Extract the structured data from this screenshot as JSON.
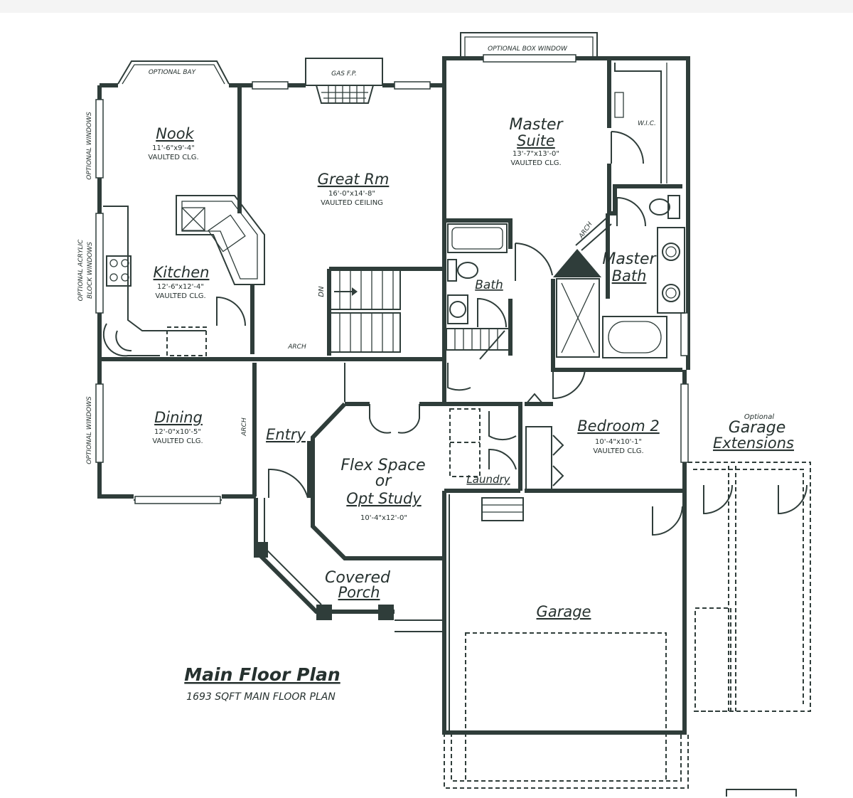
{
  "title": "Main Floor Plan",
  "subtitle": "1693 SQFT MAIN FLOOR PLAN",
  "rooms": {
    "nook": {
      "name": "Nook",
      "dims": "11'-6\"x9'-4\"",
      "note": "VAULTED CLG."
    },
    "great_rm": {
      "name": "Great Rm",
      "dims": "16'-0\"x14'-8\"",
      "note": "VAULTED CEILING"
    },
    "master_suite": {
      "name1": "Master",
      "name2": "Suite",
      "dims": "13'-7\"x13'-0\"",
      "note": "VAULTED CLG."
    },
    "kitchen": {
      "name": "Kitchen",
      "dims": "12'-6\"x12'-4\"",
      "note": "VAULTED CLG."
    },
    "master_bath": {
      "name1": "Master",
      "name2": "Bath"
    },
    "bath": {
      "name": "Bath"
    },
    "dining": {
      "name": "Dining",
      "dims": "12'-0\"x10'-5\"",
      "note": "VAULTED CLG."
    },
    "entry": {
      "name": "Entry"
    },
    "flex": {
      "line1": "Flex Space",
      "line2": "or",
      "line3": "Opt Study",
      "dims": "10'-4\"x12'-0\""
    },
    "bedroom2": {
      "name": "Bedroom 2",
      "dims": "10'-4\"x10'-1\"",
      "note": "VAULTED CLG."
    },
    "laundry": {
      "name": "Laundry"
    },
    "porch": {
      "name1": "Covered",
      "name2": "Porch"
    },
    "garage": {
      "name": "Garage"
    },
    "garage_ext": {
      "line1": "Optional",
      "line2": "Garage",
      "line3": "Extensions"
    }
  },
  "labels": {
    "optional_bay": "OPTIONAL BAY",
    "gas_fp": "GAS F.P.",
    "optional_box_window": "OPTIONAL BOX WINDOW",
    "wic": "W.I.C.",
    "optional_windows_top": "OPTIONAL WINDOWS",
    "optional_acrylic": "OPTIONAL ACRYLIC",
    "block_windows": "BLOCK WINDOWS",
    "optional_windows_bottom": "OPTIONAL WINDOWS",
    "arch_great": "ARCH",
    "arch_dining": "ARCH",
    "arch_master": "ARCH",
    "stairs_dn": "DN"
  },
  "colors": {
    "ink": "#2f3d3a"
  }
}
